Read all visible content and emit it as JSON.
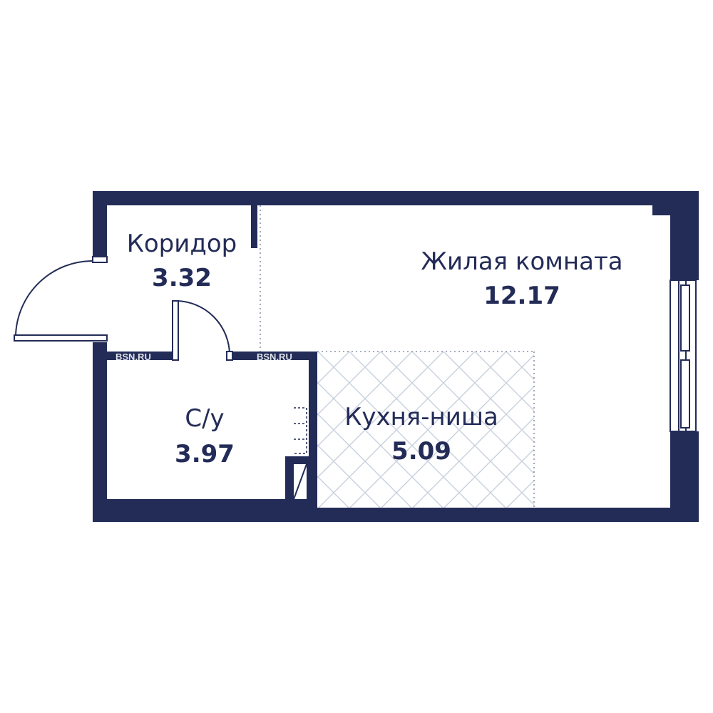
{
  "colors": {
    "wall": "#232c57",
    "text": "#232c57",
    "kitchen_grid": "#c9d1de",
    "dotted": "#8c93a8",
    "background": "#ffffff",
    "watermark": "#dfe3ea"
  },
  "watermark": "BSN.RU",
  "rooms": {
    "corridor": {
      "name": "Коридор",
      "area": "3.32"
    },
    "living": {
      "name": "Жилая комната",
      "area": "12.17"
    },
    "bathroom": {
      "name": "С/у",
      "area": "3.97"
    },
    "kitchen": {
      "name": "Кухня-ниша",
      "area": "5.09"
    }
  }
}
